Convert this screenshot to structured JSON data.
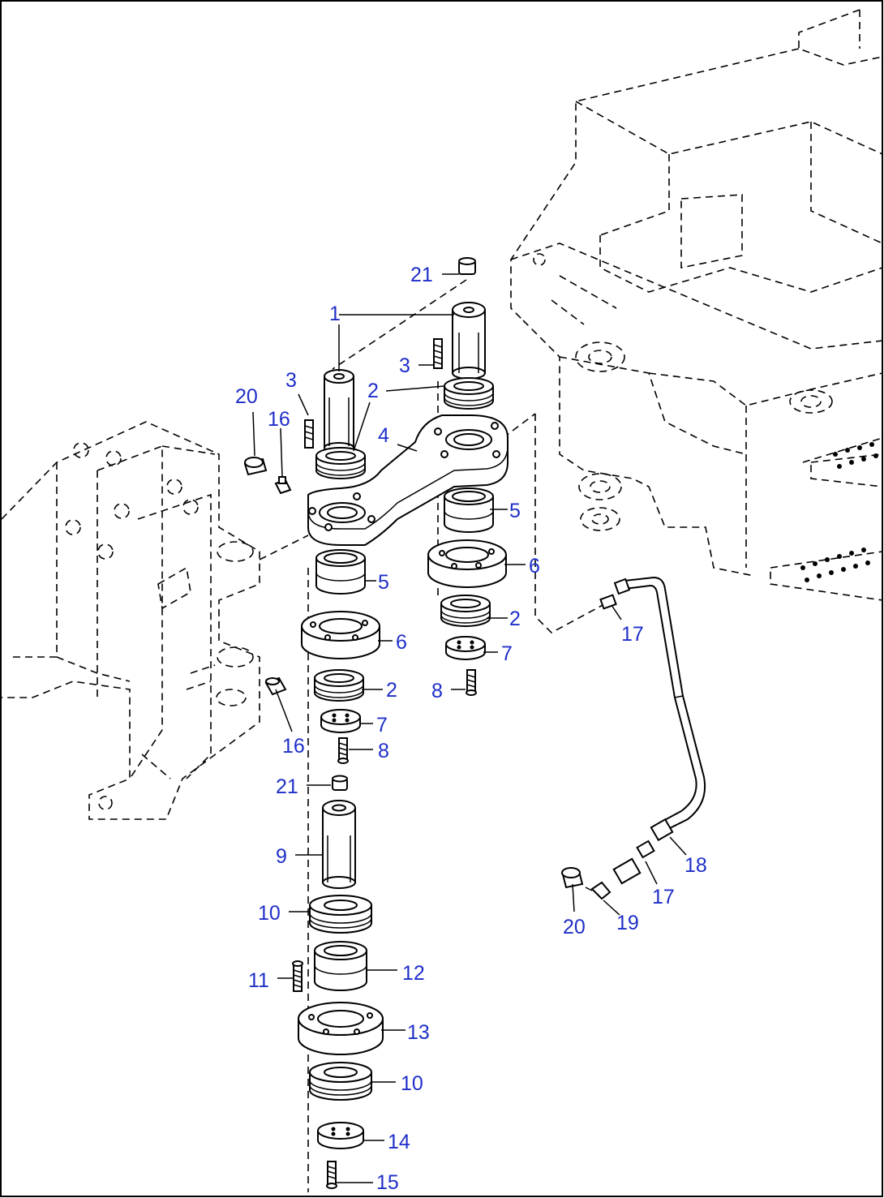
{
  "callouts": [
    {
      "id": "c21a",
      "text": "21"
    },
    {
      "id": "c1",
      "text": "1"
    },
    {
      "id": "c3a",
      "text": "3"
    },
    {
      "id": "c3b",
      "text": "3"
    },
    {
      "id": "c20a",
      "text": "20"
    },
    {
      "id": "c2a",
      "text": "2"
    },
    {
      "id": "c16a",
      "text": "16"
    },
    {
      "id": "c4",
      "text": "4"
    },
    {
      "id": "c5a",
      "text": "5"
    },
    {
      "id": "c6a",
      "text": "6"
    },
    {
      "id": "c5b",
      "text": "5"
    },
    {
      "id": "c6b",
      "text": "6"
    },
    {
      "id": "c2b",
      "text": "2"
    },
    {
      "id": "c2c",
      "text": "2"
    },
    {
      "id": "c7a",
      "text": "7"
    },
    {
      "id": "c17a",
      "text": "17"
    },
    {
      "id": "c8a",
      "text": "8"
    },
    {
      "id": "c7b",
      "text": "7"
    },
    {
      "id": "c8b",
      "text": "8"
    },
    {
      "id": "c16b",
      "text": "16"
    },
    {
      "id": "c21b",
      "text": "21"
    },
    {
      "id": "c9",
      "text": "9"
    },
    {
      "id": "c18",
      "text": "18"
    },
    {
      "id": "c17b",
      "text": "17"
    },
    {
      "id": "c10a",
      "text": "10"
    },
    {
      "id": "c20b",
      "text": "20"
    },
    {
      "id": "c19",
      "text": "19"
    },
    {
      "id": "c12",
      "text": "12"
    },
    {
      "id": "c11",
      "text": "11"
    },
    {
      "id": "c13",
      "text": "13"
    },
    {
      "id": "c10b",
      "text": "10"
    },
    {
      "id": "c14",
      "text": "14"
    },
    {
      "id": "c15",
      "text": "15"
    }
  ],
  "colors": {
    "callout": "#1f2fc8",
    "line": "#000000",
    "background": "#ffffff"
  }
}
